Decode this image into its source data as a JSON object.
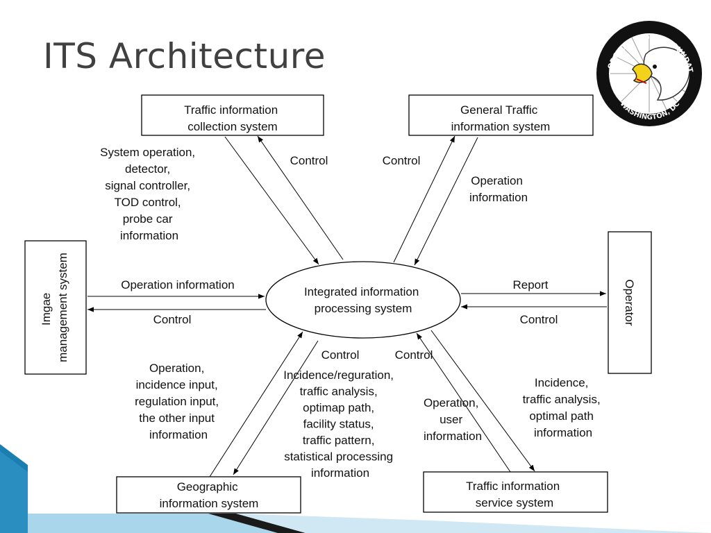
{
  "slide": {
    "title": "ITS Architecture"
  },
  "logo": {
    "top_text": "MOTORCYCLE RIDERS FOUNDATION",
    "bottom_text": "WASHINGTON, DC"
  },
  "nodes": {
    "center": [
      "Integrated information",
      "processing system"
    ],
    "traffic_collection": [
      "Traffic information",
      "collection system"
    ],
    "general_traffic": [
      "General Traffic",
      "information system"
    ],
    "image_mgmt": [
      "Imgae",
      "management system"
    ],
    "operator": [
      "Operator"
    ],
    "geographic": [
      "Geographic",
      "information  system"
    ],
    "traffic_service": [
      "Traffic information",
      "service system"
    ]
  },
  "labels": {
    "collection_to_center": [
      "System operation,",
      "detector,",
      "signal controller,",
      "TOD control,",
      "probe car",
      "information"
    ],
    "control": "Control",
    "general_to_center": [
      "Operation",
      "information"
    ],
    "image_to_center": "Operation information",
    "report": "Report",
    "geo_to_center": [
      "Operation,",
      "incidence input,",
      "regulation input,",
      "the other input",
      "information"
    ],
    "center_to_geo": [
      "Incidence/reguration,",
      "traffic analysis,",
      "optimap path,",
      "facility status,",
      "traffic pattern,",
      "statistical processing",
      "information"
    ],
    "service_to_center": [
      "Operation,",
      "user",
      "information"
    ],
    "center_to_service": [
      "Incidence,",
      "traffic analysis,",
      "optimal path",
      "information"
    ]
  },
  "colors": {
    "footer_blue": "#1a7fb0",
    "footer_light": "#a9d6ea",
    "footer_dark": "#1a1a1a"
  }
}
